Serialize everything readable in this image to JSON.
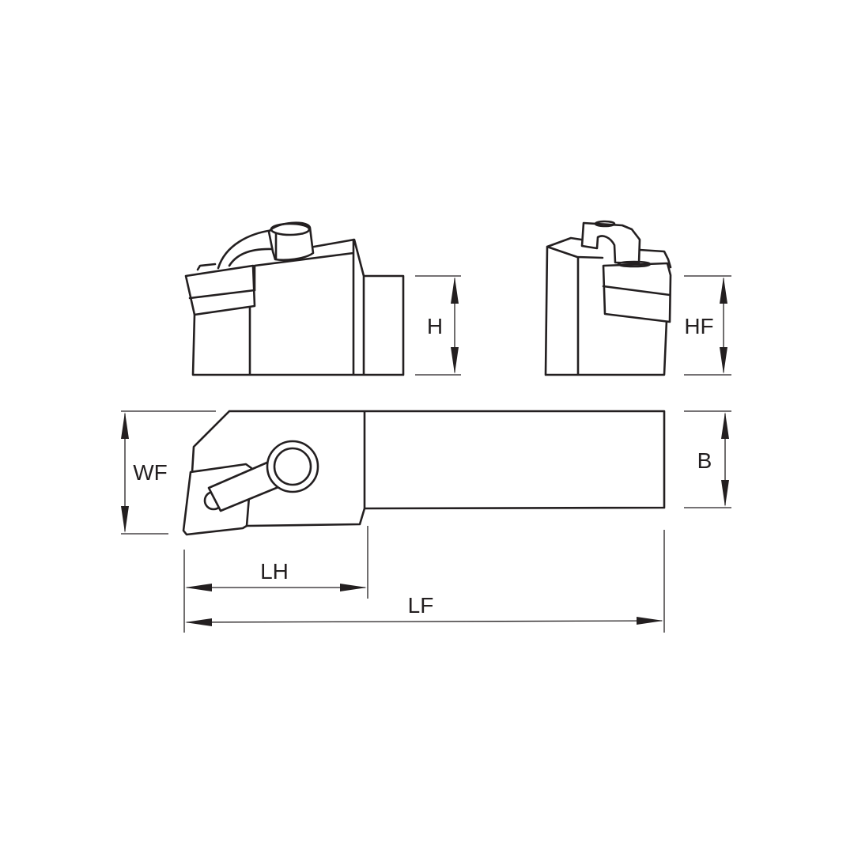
{
  "drawing": {
    "views": [
      "side-view",
      "end-view",
      "top-view"
    ],
    "dimensions": {
      "h": "H",
      "hf": "HF",
      "wf": "WF",
      "b": "B",
      "lh": "LH",
      "lf": "LF"
    },
    "line_color": "#231f20"
  }
}
